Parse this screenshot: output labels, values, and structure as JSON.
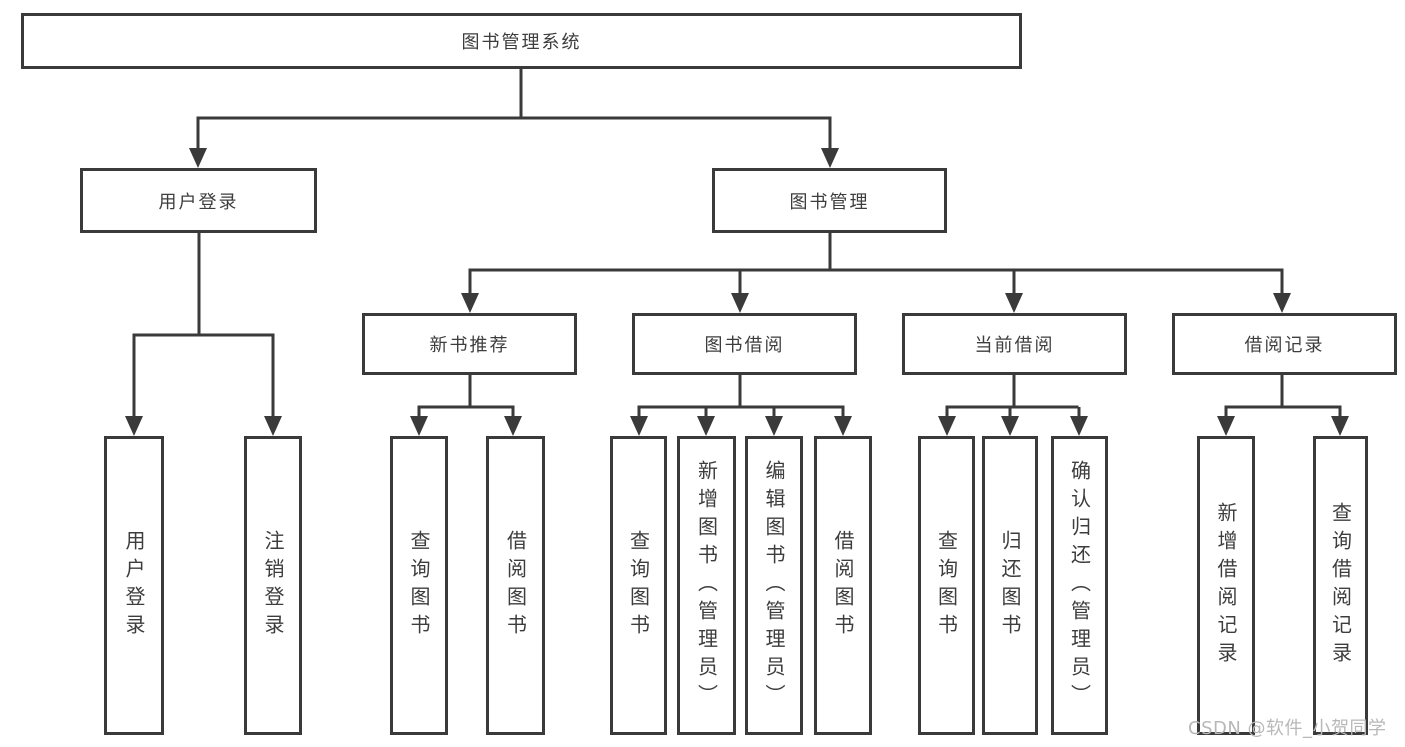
{
  "tree": {
    "root": "图书管理系统",
    "branches": [
      {
        "label": "用户登录",
        "leaves": [
          "用户登录",
          "注销登录"
        ]
      },
      {
        "label": "图书管理",
        "groups": [
          {
            "label": "新书推荐",
            "leaves": [
              "查询图书",
              "借阅图书"
            ]
          },
          {
            "label": "图书借阅",
            "leaves": [
              "查询图书",
              "新增图书（管理员）",
              "编辑图书（管理员）",
              "借阅图书"
            ]
          },
          {
            "label": "当前借阅",
            "leaves": [
              "查询图书",
              "归还图书",
              "确认归还（管理员）"
            ]
          },
          {
            "label": "借阅记录",
            "leaves": [
              "新增借阅记录",
              "查询借阅记录"
            ]
          }
        ]
      }
    ]
  },
  "watermark": "CSDN @软件_小贺同学",
  "colors": {
    "line": "#3a3a3a",
    "text": "#3d3d3d",
    "watermark": "#b8b8b8",
    "background": "#ffffff"
  }
}
